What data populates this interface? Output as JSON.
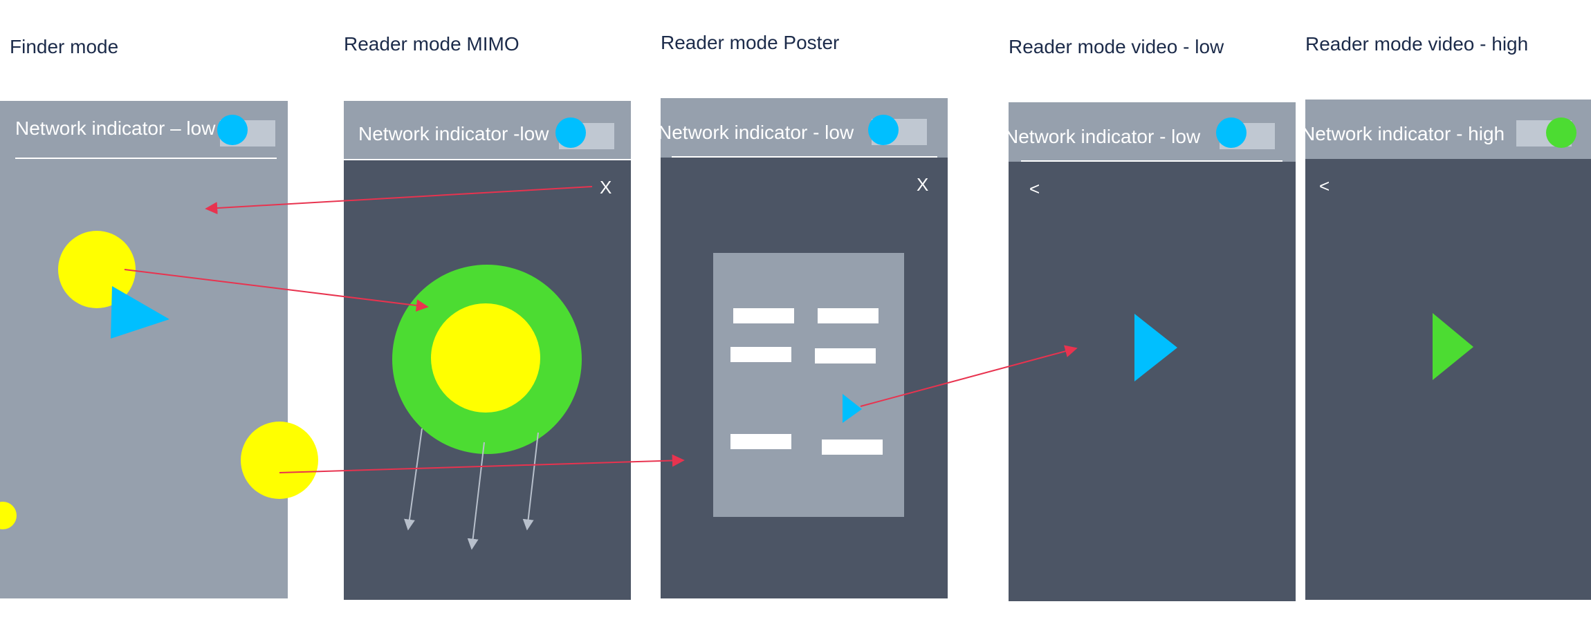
{
  "colors": {
    "screen_light": "#96a0ad",
    "screen_dark": "#4c5565",
    "toggle_track": "#c0c8d2",
    "toggle_low": "#00bfff",
    "toggle_high": "#4cdc32",
    "object_yellow": "#ffff00",
    "object_green": "#4cdc32",
    "object_blue": "#00bfff",
    "arrow_red": "#e8334f",
    "arrow_gray": "#b8c0cc",
    "caption_text": "#1c2b4a"
  },
  "screens": [
    {
      "caption": "Finder mode",
      "header_label": "Network indicator – low",
      "network_level": "low"
    },
    {
      "caption": "Reader mode MIMO",
      "header_label": "Network indicator -low",
      "network_level": "low",
      "close_label": "X"
    },
    {
      "caption": "Reader mode Poster",
      "header_label": "Network indicator - low",
      "network_level": "low",
      "close_label": "X"
    },
    {
      "caption": "Reader mode video - low",
      "header_label": "Network indicator - low",
      "network_level": "low",
      "back_label": "<"
    },
    {
      "caption": "Reader mode video - high",
      "header_label": "Network indicator - high",
      "network_level": "high",
      "back_label": "<"
    }
  ],
  "icons": {
    "toggle": "network-toggle-icon",
    "play": "play-triangle-icon",
    "target": "target-circle-icon",
    "close": "close-icon",
    "back": "back-chevron-icon"
  }
}
